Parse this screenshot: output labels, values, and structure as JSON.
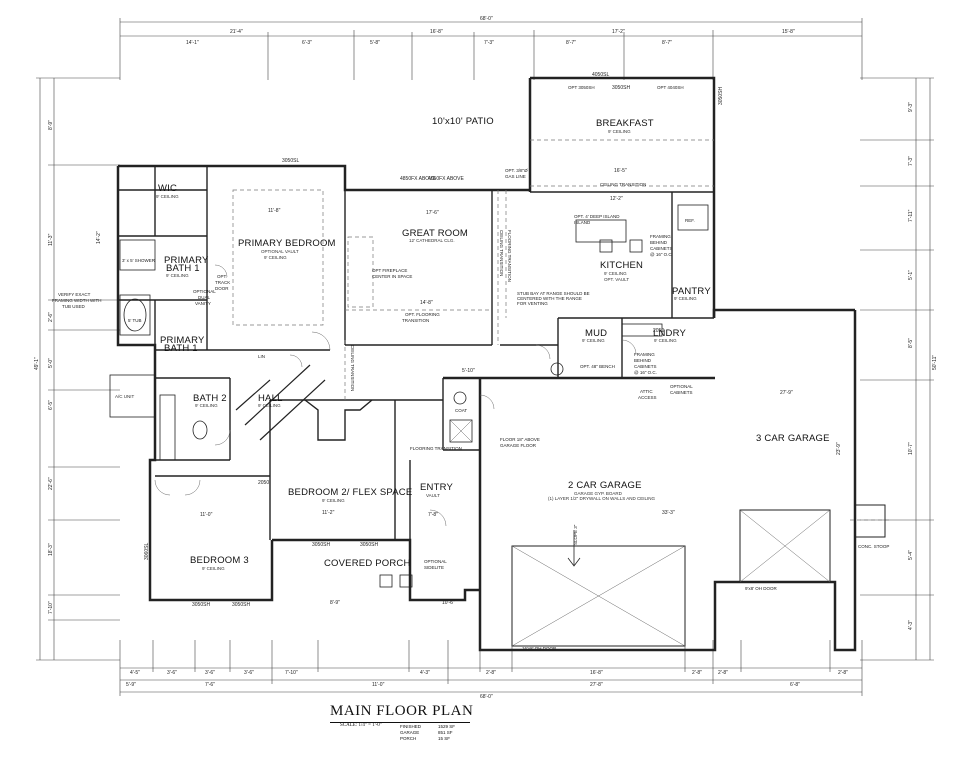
{
  "rooms": {
    "patio": {
      "name": "10'x10' PATIO"
    },
    "breakfast": {
      "name": "BREAKFAST",
      "ceiling": "9' CEILING"
    },
    "wic": {
      "name": "WIC",
      "ceiling": "9' CEILING"
    },
    "primary_bedroom": {
      "name": "PRIMARY BEDROOM",
      "ceiling1": "OPTIONAL VAULT",
      "ceiling2": "9' CEILING"
    },
    "great_room": {
      "name": "GREAT ROOM",
      "ceiling": "12' CATHEDRAL CLG."
    },
    "kitchen": {
      "name": "KITCHEN",
      "ceiling1": "9' CEILING",
      "ceiling2": "OPT. VAULT"
    },
    "pantry": {
      "name": "PANTRY",
      "ceiling": "9' CEILING"
    },
    "primary_bath": {
      "name1": "PRIMARY",
      "name2": "BATH 1",
      "ceiling": "9' CEILING"
    },
    "mud": {
      "name": "MUD",
      "ceiling": "9' CEILING"
    },
    "lndry": {
      "name": "LNDRY",
      "ceiling": "9' CEILING"
    },
    "bath2": {
      "name": "BATH 2",
      "ceiling": "9' CEILING"
    },
    "hall": {
      "name": "HALL",
      "ceiling": "9' CEILING"
    },
    "bedroom2": {
      "name": "BEDROOM 2/ FLEX SPACE",
      "ceiling": "9' CEILING"
    },
    "entry": {
      "name": "ENTRY",
      "ceiling": "VAULT"
    },
    "garage2": {
      "name": "2 CAR GARAGE",
      "note1": "GARAGE GYP. BOARD",
      "note2": "(1) LAYER 1/2\" DRYWALL ON WALLS AND CEILING"
    },
    "garage3": {
      "name": "3 CAR GARAGE"
    },
    "bedroom3": {
      "name": "BEDROOM 3",
      "ceiling": "9' CEILING"
    },
    "porch": {
      "name": "COVERED PORCH"
    },
    "ac": {
      "name": "A/C UNIT"
    }
  },
  "notes": {
    "fireplace1": "OPT FIREPLACE",
    "fireplace2": "CENTER IN SPACE",
    "flooring": "OPT. FLOORING",
    "flooring2": "TRANSITION",
    "ceiling_transition": "CEILING TRANSITION",
    "ceiling_transition_v": "CEILING TRANSITION",
    "flooring_transition_v": "FLOORING TRANSITION",
    "island": "OPT. 4' DEEP ISLAND",
    "island2": "ISLAND",
    "framing1": "FRAMING",
    "framing2": "BEHIND",
    "framing3": "CABINETS",
    "framing4": "@ 16\" O.C.",
    "framing5": "FRAMING",
    "framing6": "BEHIND",
    "framing7": "CABINETS",
    "framing8": "@ 16\" O.C.",
    "stub1": "STUB BAY AT RANGE SHOULD BE",
    "stub2": "CENTERED WITH THE RANGE",
    "stub3": "FOR VENTING",
    "bench": "OPT. 48\" BENCH",
    "attic1": "ATTIC",
    "attic2": "ACCESS",
    "opt_cab1": "OPTIONAL",
    "opt_cab2": "CABINETS",
    "floor_above1": "FLOOR 18\" ABOVE",
    "floor_above2": "GARAGE FLOOR",
    "verify1": "VERIFY EXACT",
    "verify2": "FRAMING WIDTH WITH",
    "verify3": "TUB USED",
    "tub": "5' TUB",
    "shower": "3' x 5' SHOWER",
    "opt_dual1": "OPTIONAL",
    "opt_dual2": "DUAL",
    "opt_dual3": "VANITY",
    "opt_track1": "OPT.",
    "opt_track2": "TRACK",
    "opt_track3": "DOOR",
    "opt_sidelite1": "OPTIONAL",
    "opt_sidelite2": "SIDELITE",
    "conc_stoop": "CONC. STOOP",
    "slope": "SLOPE 3\"",
    "door_16": "16'x8' OH DOOR",
    "door_9": "9'x8' OH DOOR",
    "opt_gas1": "OPT. 3/8\"Ø",
    "opt_gas2": "GAS LINE",
    "opt_wh": "OPT 3050SH",
    "opt_4040": "OPT 4040SH",
    "ref": "REF.",
    "coat": "COAT",
    "linen": "LIN",
    "ceiling_vert": "CEILING TRANSITION",
    "flooring_vert": "FLOORING TRANSITION"
  },
  "windows": {
    "w1": "3050SL",
    "w2": "4050SL",
    "w3": "3050SH",
    "w4": "4850FX ABOVE",
    "w5": "4050FX ABOVE",
    "w6": "3050SH",
    "w7": "3050SH",
    "w8": "3050SH",
    "w9": "3050SH",
    "w10": "3050SH",
    "w11": "2050",
    "w12": "2050",
    "w13": "3060SL"
  },
  "dims": {
    "overall": "68'-0\"",
    "top": [
      "21'-4\"",
      "16'-8\"",
      "17'-2\"",
      "15'-8\""
    ],
    "top2": [
      "14'-1\"",
      "6'-3\"",
      "5'-8\"",
      "7'-3\"",
      "8'-7\"",
      "8'-7\""
    ],
    "right": [
      "9'-3\"",
      "7'-3\"",
      "7'-11\"",
      "5'-1\"",
      "8'-5\"",
      "10'-7\"",
      "5'-4\"",
      "4'-3\""
    ],
    "right_total": "50'-11\"",
    "left": [
      "8'-9\"",
      "11'-3\"",
      "14'-2\"",
      "2'-6\"",
      "5'-0\"",
      "6'-5\"",
      "22'-6\"",
      "18'-3\"",
      "7'-10\""
    ],
    "left_total": "49'-1\"",
    "bottom": [
      "4'-5\"",
      "3'-6\"",
      "3'-6\"",
      "3'-6\"",
      "7'-10\"",
      "4'-3\"",
      "2'-8\"",
      "16'-8\"",
      "2'-8\"",
      "2'-8\"",
      "2'-8\""
    ],
    "bottom2": [
      "5'-9\"",
      "7'-6\"",
      "11'-0\"",
      "27'-8\"",
      "6'-8\""
    ],
    "bottom_total": "68'-0\"",
    "interior": [
      "11'-8\"",
      "14'-8\"",
      "17'-6\"",
      "16'-5\"",
      "12'-2\"",
      "11'-2\"",
      "11'-0\"",
      "33'-3\"",
      "27'-9\"",
      "23'-9\"",
      "7'-8\"",
      "8'-9\"",
      "10'-6\"",
      "5'-10\""
    ]
  },
  "title": {
    "main": "MAIN FLOOR PLAN",
    "scale": "SCALE: 1/4\" = 1'-0\"",
    "areas": [
      {
        "label": "FINISHED",
        "value": "1529 SF"
      },
      {
        "label": "GARAGE",
        "value": "851 SF"
      },
      {
        "label": "PORCH",
        "value": "15 SF"
      }
    ]
  }
}
